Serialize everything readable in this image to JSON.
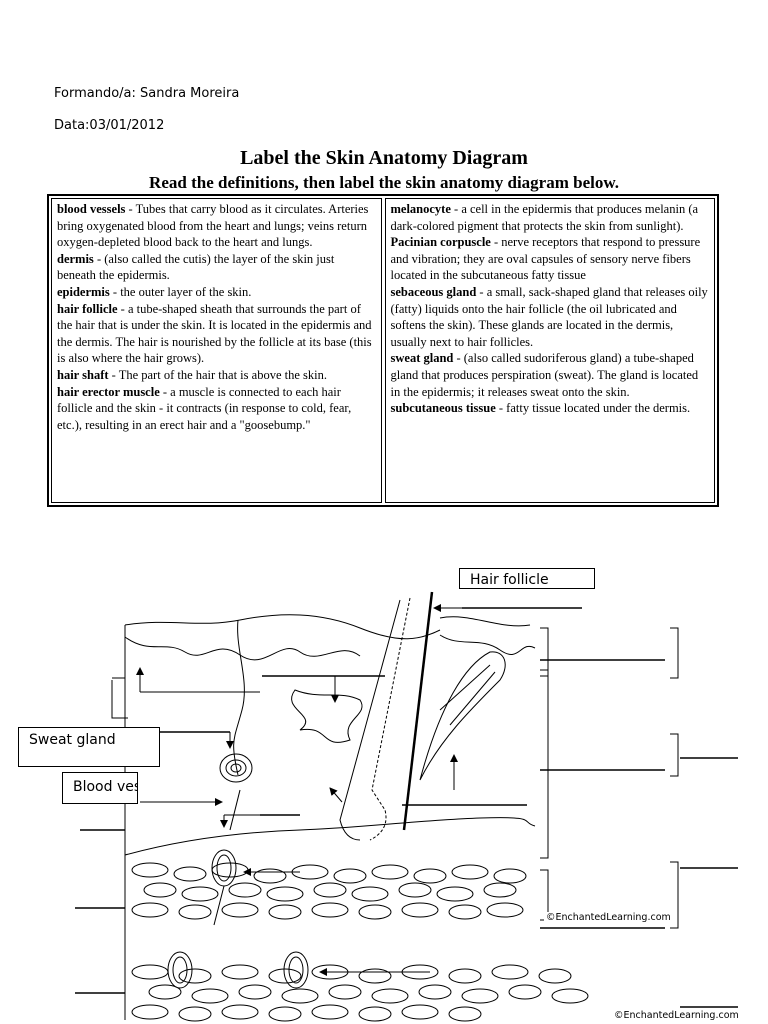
{
  "header": {
    "trainee": "Formando/a: Sandra Moreira",
    "date": "Data:03/01/2012"
  },
  "title": "Label the Skin Anatomy Diagram",
  "subtitle": "Read the definitions, then label the skin anatomy diagram below.",
  "definitions_left": [
    {
      "term": "blood vessels",
      "text": " - Tubes that carry blood as it circulates. Arteries bring oxygenated blood from the heart and lungs; veins return oxygen-depleted blood back to the heart and lungs."
    },
    {
      "term": "dermis",
      "text": " - (also called the cutis) the layer of the skin just beneath the epidermis."
    },
    {
      "term": "epidermis",
      "text": " - the outer layer of the skin."
    },
    {
      "term": "hair follicle",
      "text": " - a tube-shaped sheath that surrounds the part of the hair that is under the skin. It is located in the epidermis and the dermis. The hair is nourished by the follicle at its base (this is also where the hair grows)."
    },
    {
      "term": "hair shaft",
      "text": " - The part of the hair that is above the skin."
    },
    {
      "term": "hair erector muscle",
      "text": " - a muscle is connected to each hair follicle and the skin - it contracts (in response to cold, fear, etc.), resulting in an erect hair and a \"goosebump.\""
    }
  ],
  "definitions_right": [
    {
      "term": "melanocyte",
      "text": " - a cell in the epidermis that produces melanin (a dark-colored pigment that protects the skin from sunlight)."
    },
    {
      "term": "Pacinian corpuscle",
      "text": " - nerve receptors that respond to pressure and vibration; they are oval capsules of sensory nerve fibers located in the subcutaneous fatty tissue"
    },
    {
      "term": "sebaceous gland",
      "text": " - a small, sack-shaped gland that releases oily (fatty) liquids onto the hair follicle (the oil lubricated and softens the skin). These glands are located in the dermis, usually next to hair follicles."
    },
    {
      "term": "sweat gland",
      "text": " - (also called sudoriferous gland) a tube-shaped gland that produces perspiration (sweat). The gland is located in the epidermis; it releases sweat onto the skin."
    },
    {
      "term": "subcutaneous tissue",
      "text": " - fatty tissue located under the dermis."
    }
  ],
  "labels": {
    "hair_follicle": "Hair follicle",
    "sweat_gland": "Sweat gland",
    "blood_vessels": "Blood vessels"
  },
  "credit": "©EnchantedLearning.com"
}
